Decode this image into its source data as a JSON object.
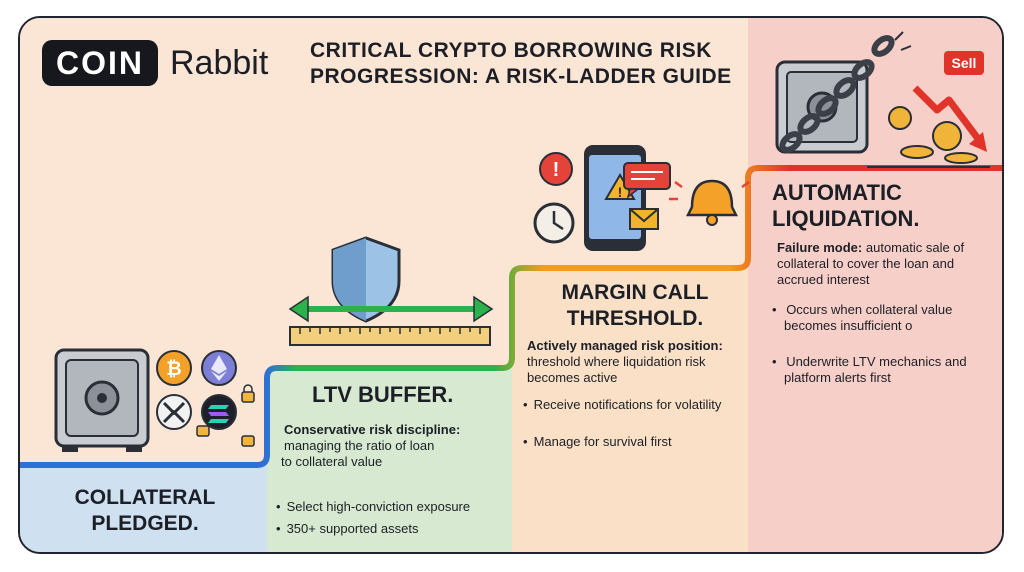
{
  "brand": {
    "logo_box": "COIN",
    "logo_text": "Rabbit"
  },
  "title": "CRITICAL CRYPTO BORROWING RISK PROGRESSION: A RISK-LADDER GUIDE",
  "colors": {
    "blue": "#2f6fd6",
    "green": "#2bb24c",
    "orange": "#f39c1e",
    "red": "#e0332a"
  },
  "steps": {
    "collateral": {
      "heading_line1": "COLLATERAL",
      "heading_line2": "PLEDGED."
    },
    "ltv": {
      "heading": "LTV BUFFER.",
      "lead_bold": "Conservative risk discipline:",
      "lead_rest_1": "managing the ratio of loan",
      "lead_rest_2": "to collateral value",
      "bullets": [
        "Select high-conviction exposure",
        "350+ supported assets"
      ]
    },
    "margin": {
      "heading_line1": "MARGIN CALL",
      "heading_line2": "THRESHOLD.",
      "lead_bold": "Actively managed risk position:",
      "lead_rest_1": "threshold where liquidation risk",
      "lead_rest_2": "becomes active",
      "bullets": [
        "Receive notifications for volatility",
        "Manage for survival first"
      ]
    },
    "liquidation": {
      "heading_line1": "AUTOMATIC",
      "heading_line2": "LIQUIDATION.",
      "lead_bold": "Failure mode:",
      "lead_rest_0": "automatic sale of",
      "lead_rest_1": "collateral to cover the loan and",
      "lead_rest_2": "accrued interest",
      "bullets": [
        [
          "Occurs when collateral value",
          "becomes insufficient o"
        ],
        [
          "Underwrite LTV mechanics and",
          "platform alerts first"
        ]
      ]
    }
  },
  "illustrations": {
    "collateral": [
      "safe-icon",
      "bitcoin-icon",
      "ethereum-icon",
      "xrp-icon",
      "solana-icon",
      "lock-icon"
    ],
    "ltv": [
      "shield-icon",
      "double-arrow-icon",
      "ruler-icon"
    ],
    "margin": [
      "phone-icon",
      "warning-icon",
      "chat-bubble-icon",
      "envelope-icon",
      "clock-icon",
      "bell-icon",
      "alert-bubble-icon"
    ],
    "liquidation": [
      "safe-icon",
      "broken-chain-icon",
      "coins-icon",
      "down-arrow-icon"
    ],
    "sell_tag": "Sell"
  }
}
